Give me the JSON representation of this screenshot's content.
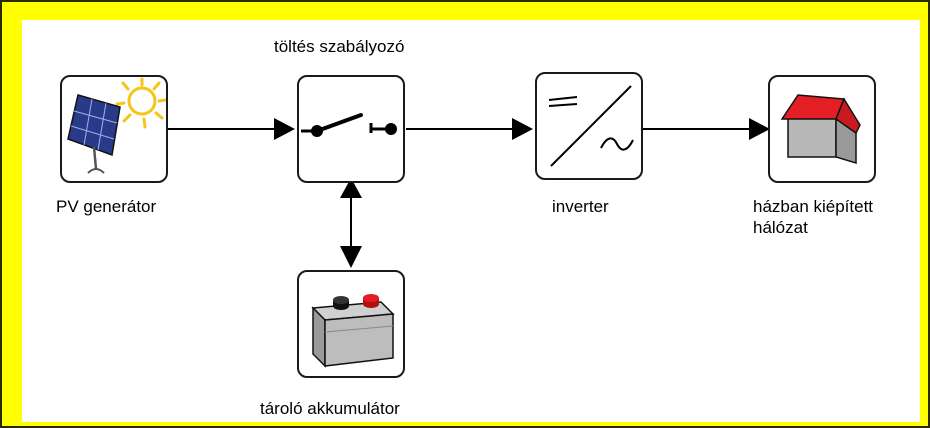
{
  "diagram": {
    "nodes": [
      {
        "id": "pv",
        "label": "PV generátor",
        "icon": "solar-panel-with-sun"
      },
      {
        "id": "controller",
        "label": "töltés szabályozó",
        "icon": "switch"
      },
      {
        "id": "inverter",
        "label": "inverter",
        "icon": "dc-ac-inverter"
      },
      {
        "id": "house",
        "label_lines": [
          "házban kiépített",
          "hálózat"
        ],
        "icon": "house"
      },
      {
        "id": "battery",
        "label": "tároló akkumulátor",
        "icon": "battery"
      }
    ],
    "edges": [
      {
        "from": "pv",
        "to": "controller",
        "direction": "forward"
      },
      {
        "from": "controller",
        "to": "inverter",
        "direction": "forward"
      },
      {
        "from": "inverter",
        "to": "house",
        "direction": "forward"
      },
      {
        "from": "controller",
        "to": "battery",
        "direction": "bidirectional"
      }
    ],
    "colors": {
      "background": "#ffff00",
      "panel": "#ffffff",
      "border": "#1a1a1a",
      "roof": "#e31e24",
      "wall": "#b8b8b8",
      "solar_cell": "#2a3a8a",
      "sun": "#f5c518"
    }
  }
}
